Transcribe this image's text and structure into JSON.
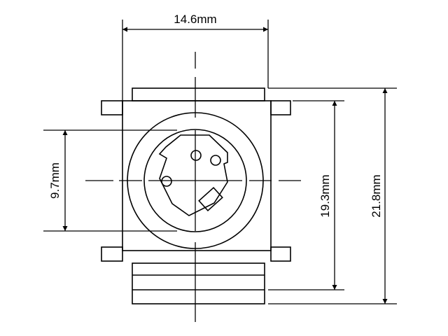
{
  "diagram": {
    "dimensions": {
      "width": "14.6mm",
      "pin_spacing": "9.7mm",
      "body_height": "19.3mm",
      "total_height": "21.8mm"
    },
    "colors": {
      "line": "#000000",
      "background": "#ffffff"
    }
  }
}
